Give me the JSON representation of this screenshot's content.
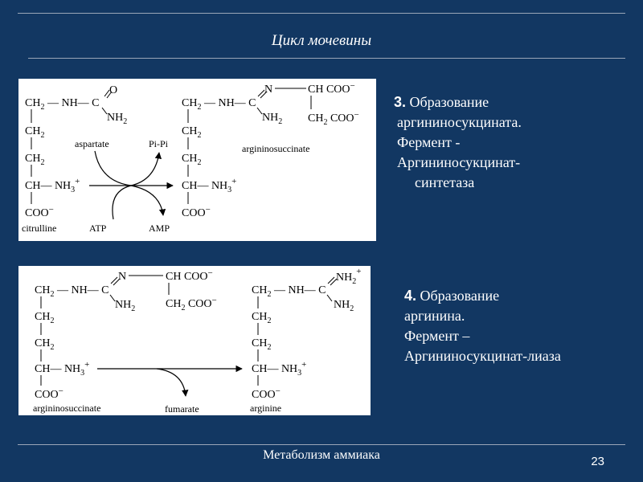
{
  "slide": {
    "title": "Цикл мочевины",
    "footer": "Метаболизм аммиака",
    "page_number": "23"
  },
  "step3": {
    "number": "3.",
    "line1": "Образование",
    "line2": "аргининосукцината.",
    "line3": "Фермент -",
    "line4": "Аргининосукцинат-",
    "line5": "синтетаза"
  },
  "step4": {
    "number": "4.",
    "line1": "Образование",
    "line2": "аргинина.",
    "line3": "Фермент –",
    "line4": "Аргининосукцинат-лиаза"
  },
  "diagram1": {
    "citrulline": "citrulline",
    "aspartate": "aspartate",
    "pipi": "Pi-Pi",
    "atp": "ATP",
    "amp": "AMP",
    "argininosuccinate": "argininosuccinate"
  },
  "diagram2": {
    "argininosuccinate": "argininosuccinate",
    "fumarate": "fumarate",
    "arginine": "arginine"
  }
}
